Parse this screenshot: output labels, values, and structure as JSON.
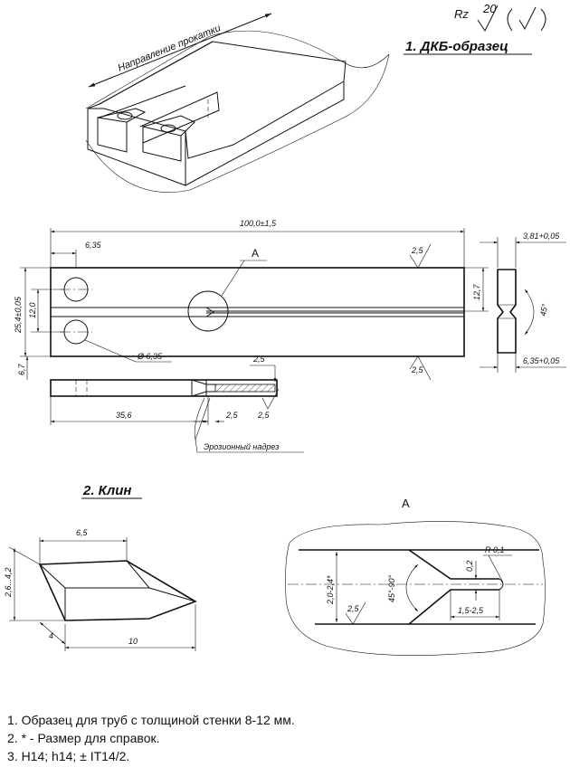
{
  "roughness": {
    "param": "Rz",
    "value": "20"
  },
  "section1_title": "1. ДКБ-образец",
  "section2_title": "2. Клин",
  "rolling_direction": "Направление прокатки",
  "view_a_label": "А",
  "detail_a_title": "А",
  "specimen_dims": {
    "length": "100,0±1,5",
    "hole_offset": "6,35",
    "height": "25,4±0,05",
    "inner_height": "12,0",
    "half_height": "12,7",
    "hole_dia": "Ø 6,35",
    "bottom_left": "6,7",
    "rough_top": "2,5",
    "rough_bottom": "2,5",
    "thickness": "3,81+0,05",
    "angle": "45°",
    "width": "6,35+0,05",
    "side_len": "35,6",
    "slot_a": "2,5",
    "slot_b": "2,5",
    "slot_c": "2,5",
    "erosion_notch": "Эрозионный надрез"
  },
  "wedge_dims": {
    "width": "6,5",
    "height": "2,6...4,2",
    "depth": "4",
    "length": "10"
  },
  "detail_dims": {
    "r": "R 0,1",
    "gap": "0,2",
    "h": "2,0-2,4*",
    "angle": "45°-90°",
    "rough": "2,5",
    "notch_len": "1,5-2,5"
  },
  "notes": [
    "1. Образец для труб с толщиной стенки 8-12 мм.",
    "2. * - Размер для справок.",
    "3. H14; h14; ±  IT14/2."
  ]
}
